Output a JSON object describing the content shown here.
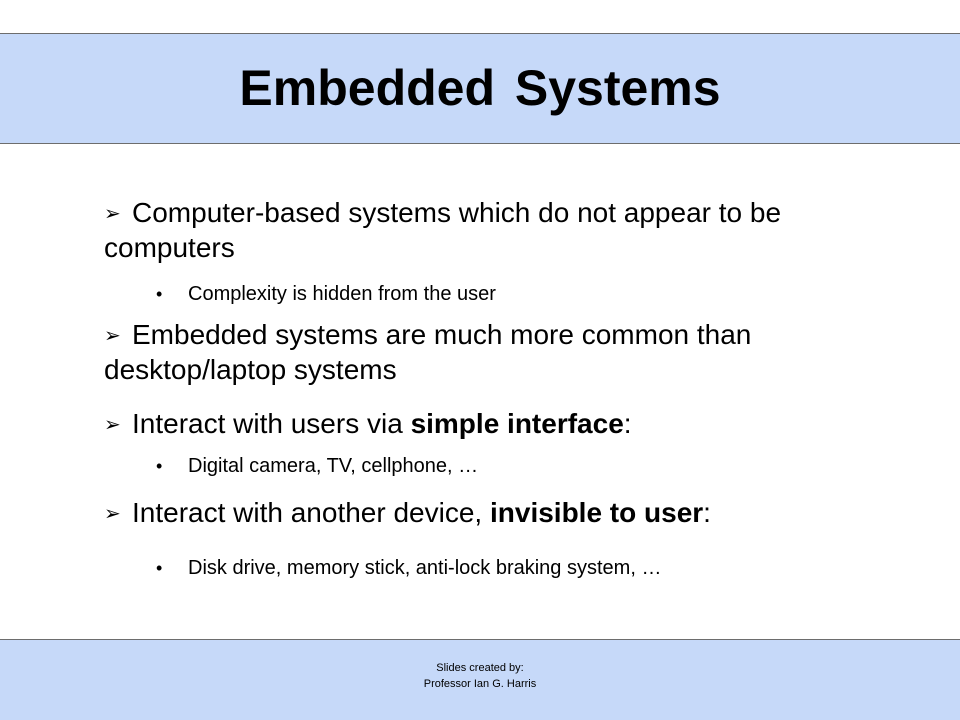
{
  "slide": {
    "title": "Embedded Systems",
    "bullets": [
      {
        "text": "Computer-based systems which do not appear to be computers",
        "subs": [
          "Complexity is hidden from the user"
        ]
      },
      {
        "text": "Embedded systems are much more common than desktop/laptop systems",
        "subs": []
      },
      {
        "text_before": "Interact with users via ",
        "text_bold": "simple interface",
        "text_after": ":",
        "subs": [
          "Digital camera, TV, cellphone, …"
        ]
      },
      {
        "text_before": "Interact with another device, ",
        "text_bold": "invisible to user",
        "text_after": ":",
        "subs": [
          "Disk drive, memory stick, anti-lock braking system, …"
        ]
      }
    ],
    "footer": {
      "line1": "Slides created by:",
      "line2": "Professor Ian G. Harris"
    },
    "colors": {
      "band": "#c6d9f9",
      "border": "#6d6d6d",
      "text": "#000000"
    }
  }
}
